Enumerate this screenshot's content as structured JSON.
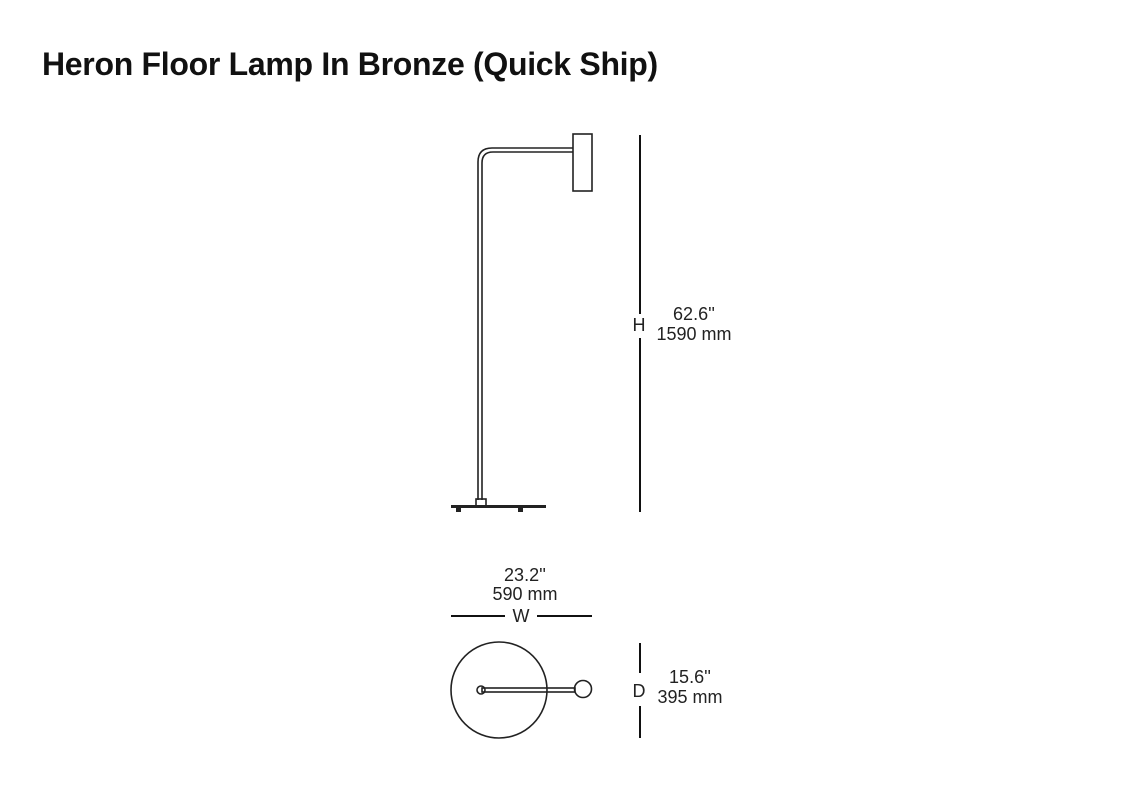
{
  "title": "Heron Floor Lamp In Bronze (Quick Ship)",
  "dimensions": {
    "height": {
      "label": "H",
      "inches": "62.6''",
      "mm": "1590 mm"
    },
    "width": {
      "label": "W",
      "inches": "23.2''",
      "mm": "590 mm"
    },
    "depth": {
      "label": "D",
      "inches": "15.6''",
      "mm": "395 mm"
    }
  },
  "colors": {
    "line": "#222222",
    "background": "#ffffff"
  }
}
